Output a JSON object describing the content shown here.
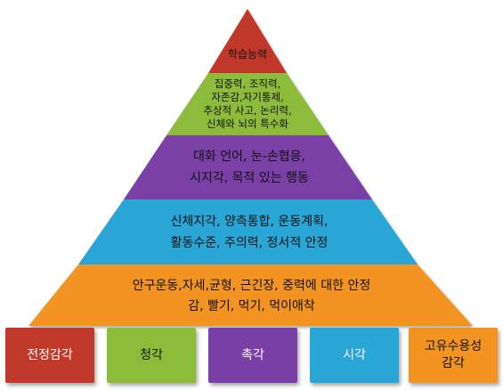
{
  "tiers": [
    {
      "lines": [
        "학습능력"
      ],
      "color": "#c0392b"
    },
    {
      "lines": [
        "집중력, 조직력,",
        "자존감,자기통제,",
        "추상적 사고, 논리력,",
        "신체와 뇌의 특수화"
      ],
      "color": "#8dbb3a"
    },
    {
      "lines": [
        "대화 언어, 눈-손협응,",
        "시지각, 목적 있는 행동"
      ],
      "color": "#7a3fa6"
    },
    {
      "lines": [
        "신체지각, 양측통합, 운동계획,",
        "활동수준, 주의력, 정서적 안정"
      ],
      "color": "#29a6d6"
    },
    {
      "lines": [
        "안구운동,자세,균형, 근긴장, 중력에 대한 안정",
        "감, 빨기, 먹기, 먹이애착"
      ],
      "color": "#f39421"
    }
  ],
  "base": [
    {
      "lines": [
        "전정감각"
      ],
      "color": "#c0392b",
      "text_color": "#ffffff"
    },
    {
      "lines": [
        "청각"
      ],
      "color": "#8dbb3a",
      "text_color": "#111111"
    },
    {
      "lines": [
        "촉각"
      ],
      "color": "#7a3fa6",
      "text_color": "#ffffff"
    },
    {
      "lines": [
        "시각"
      ],
      "color": "#29a6d6",
      "text_color": "#ffffff"
    },
    {
      "lines": [
        "고유수용성",
        "감각"
      ],
      "color": "#f39421",
      "text_color": "#111111"
    }
  ]
}
